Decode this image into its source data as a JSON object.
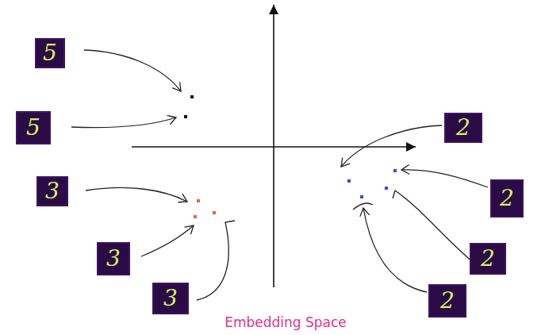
{
  "diagram": {
    "nodes": [
      {
        "text": [
          "5"
        ]
      },
      {
        "text": [
          "5"
        ]
      },
      {
        "text": [
          "2"
        ]
      },
      {
        "text": [
          "3"
        ]
      },
      {
        "text": [
          "2"
        ]
      },
      {
        "text": [
          "3"
        ]
      },
      {
        "text": [
          "2"
        ]
      },
      {
        "text": [
          "3"
        ]
      },
      {
        "text": [
          "2"
        ]
      }
    ],
    "labels": [
      "Embedding Space"
    ]
  }
}
